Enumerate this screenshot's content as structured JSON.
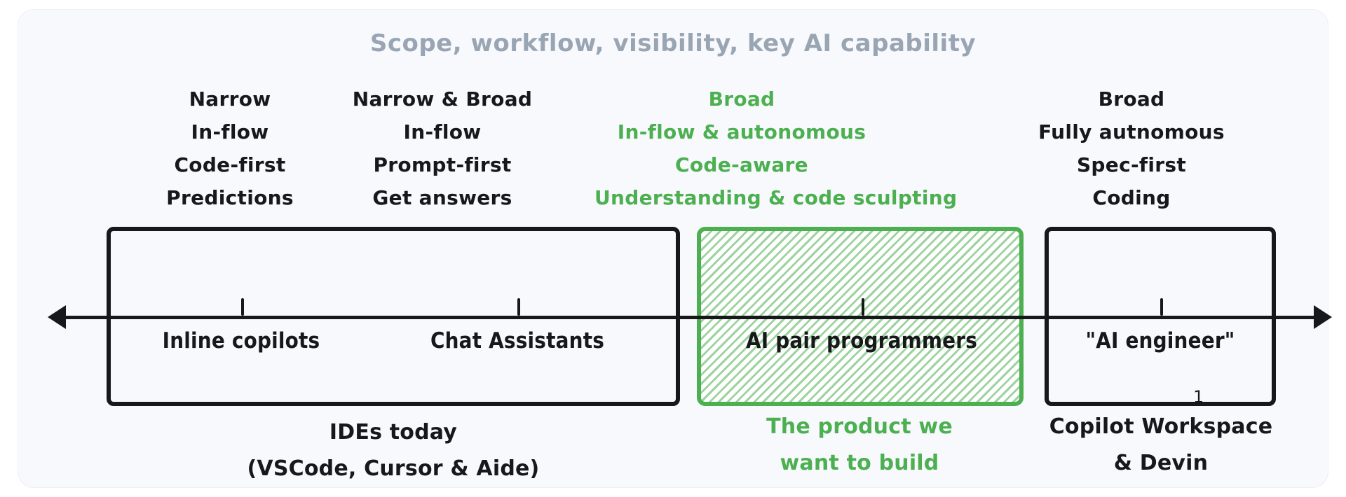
{
  "title": "Scope, workflow, visibility, key AI capability",
  "colors": {
    "accent_green": "#4caf50",
    "text_dark": "#17181a",
    "title_gray": "#9aa5b4",
    "card_bg": "#f7f9fc"
  },
  "columns": [
    {
      "id": "col1",
      "lines": [
        "Narrow",
        "In-flow",
        "Code-first",
        "Predictions"
      ],
      "highlighted": false
    },
    {
      "id": "col2",
      "lines": [
        "Narrow & Broad",
        "In-flow",
        "Prompt-first",
        "Get answers"
      ],
      "highlighted": false
    },
    {
      "id": "col3",
      "lines": [
        "Broad",
        "In-flow & autonomous",
        "Code-aware",
        "Understanding & code sculpting"
      ],
      "highlighted": true
    },
    {
      "id": "col4",
      "lines": [
        "Broad",
        "Fully autnomous",
        "Spec-first",
        "Coding"
      ],
      "highlighted": false
    }
  ],
  "axis": {
    "labels": [
      "Inline copilots",
      "Chat Assistants",
      "AI pair programmers",
      "\"AI engineer\""
    ]
  },
  "captions": {
    "ides": [
      "IDEs today",
      "(VSCode, Cursor & Aide)"
    ],
    "target": [
      "The product we",
      "want to build"
    ],
    "future": [
      "Copilot Workspace",
      "& Devin"
    ],
    "footnote": "1"
  }
}
